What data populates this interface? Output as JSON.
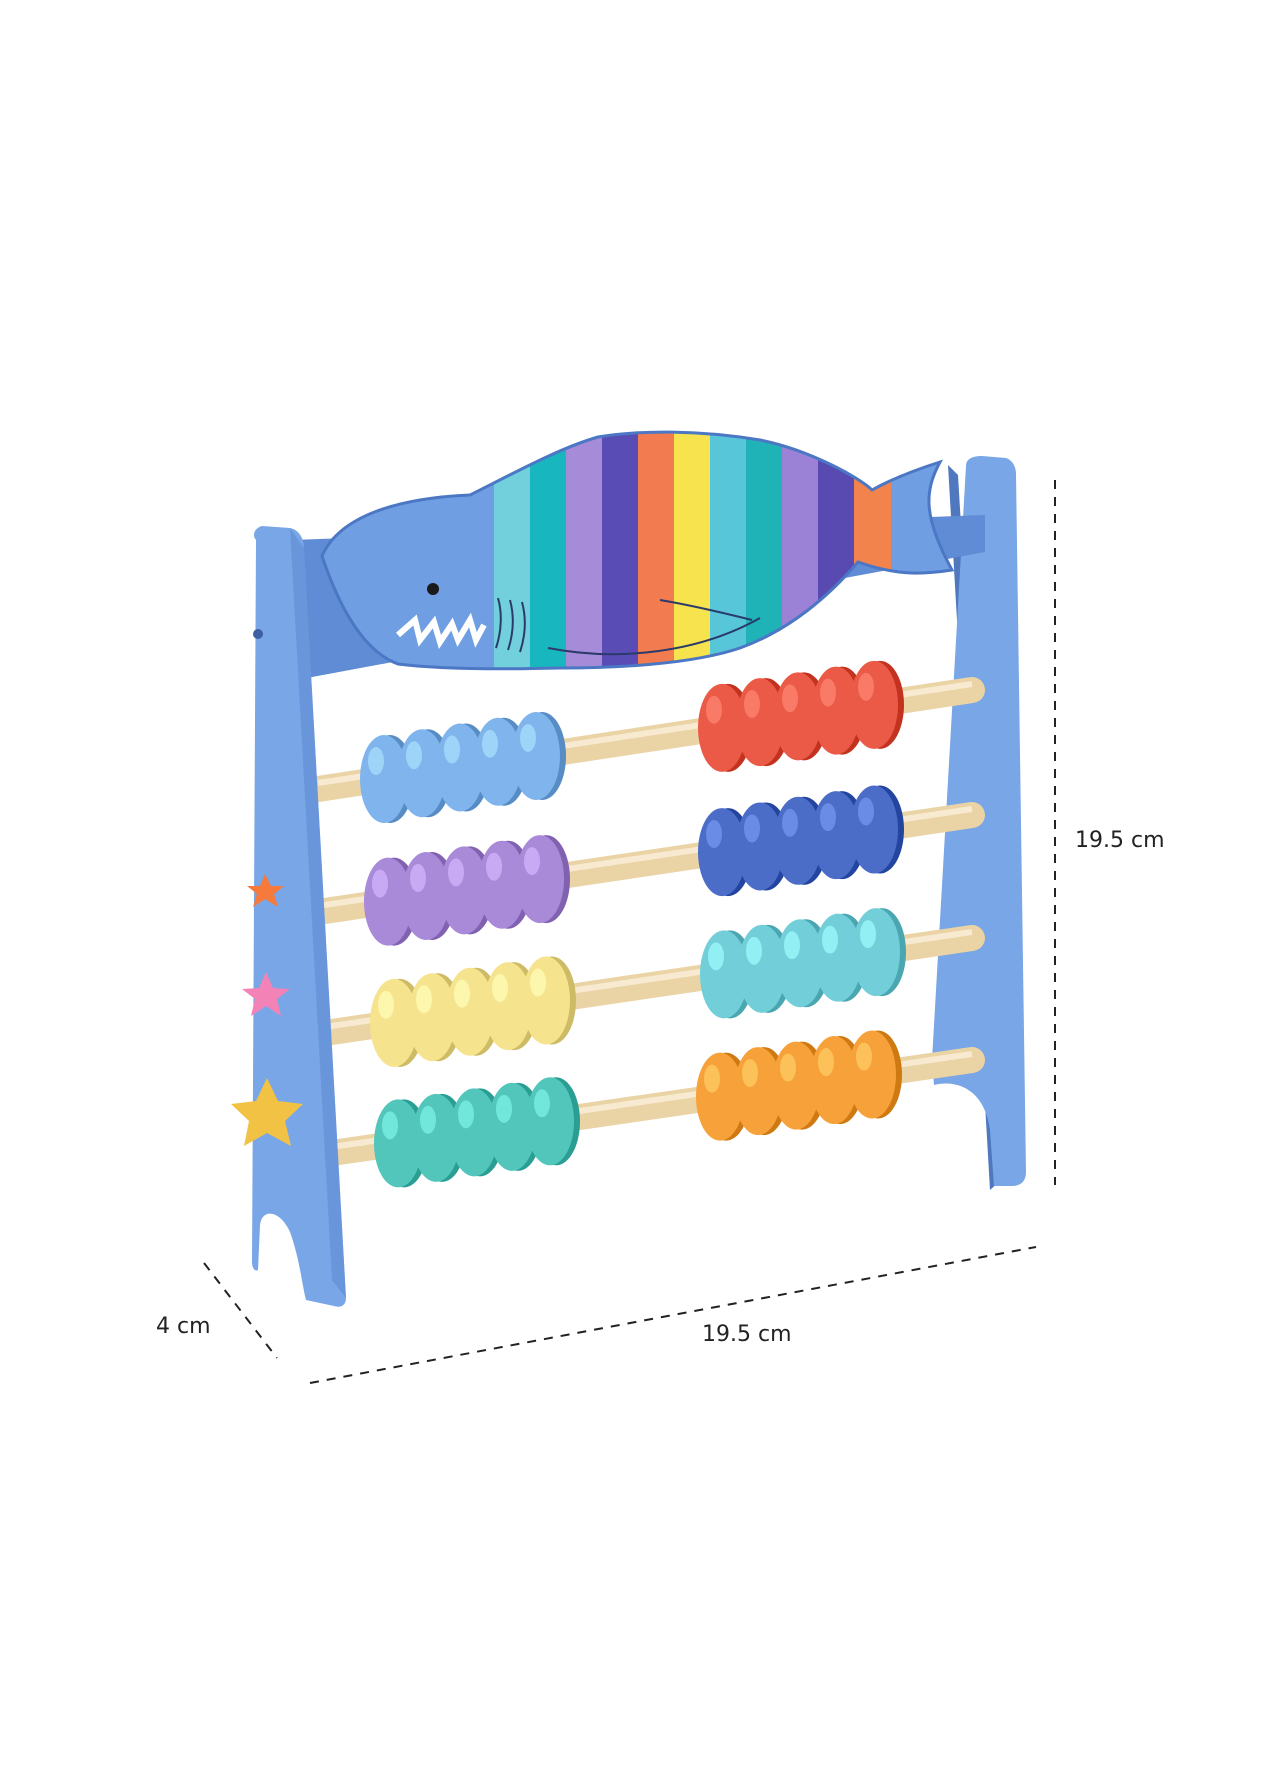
{
  "dimensions": {
    "height": "19.5 cm",
    "width": "19.5 cm",
    "depth": "4 cm"
  },
  "colors": {
    "frame_blue": "#79a6e6",
    "frame_blue_dark": "#5f8cd4",
    "rod_wood": "#ead3a4",
    "bead_light_blue": "#7fb4ec",
    "bead_red": "#ea5a47",
    "bead_purple": "#a98ad9",
    "bead_navy": "#4c6dc7",
    "bead_yellow": "#f6e38d",
    "bead_aqua": "#72cfd9",
    "bead_teal": "#52c6bb",
    "bead_orange": "#f7a13a",
    "shark_stripes": [
      "#71d0dc",
      "#18b7bf",
      "#a68bd8",
      "#5a4cb5",
      "#f27c4f",
      "#f6e34d",
      "#58c6d9",
      "#1fb2b6",
      "#9b82d6",
      "#584ab1",
      "#f2834d"
    ]
  }
}
